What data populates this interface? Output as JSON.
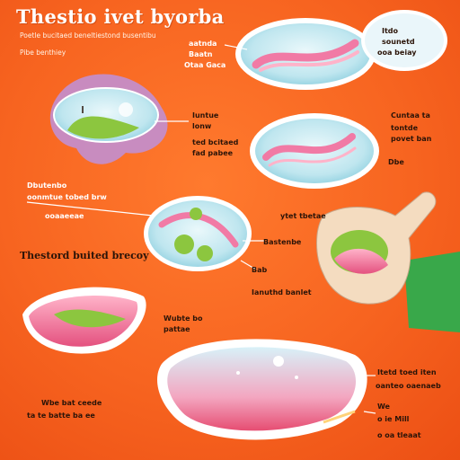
{
  "header": {
    "title": "Thestio ivet byorba",
    "subtitle_line1": "Poetle bucitaed beneltiestond busentibu",
    "subtitle_line2": "Pibe benthiey"
  },
  "labels": {
    "top_center": [
      "aatnda",
      "Baatn",
      "Otaa Gaca"
    ],
    "top_right_bubble": [
      "Itdo",
      "sounetd",
      "ooa beiay"
    ],
    "mid_left": [
      "Iuntue",
      "lonw",
      "ted bcitaed",
      "fad pabee"
    ],
    "mid_right": [
      "Cuntaa ta",
      "tontde",
      "povet ban"
    ],
    "small_right": "Dbe",
    "left_block": [
      "Dbutenbo",
      "oonmtue tobed brw",
      "ooaaeeae"
    ],
    "section_heading": "Thestord buited brecoy",
    "center_small": [
      "ytet tbetae",
      "Bastenbe",
      "Bab",
      "Ianuthd banlet"
    ],
    "lower_left_label": [
      "Wubte bo",
      "pattae"
    ],
    "bottom_left": [
      "Wbe bat ceede",
      "ta te batte ba ee"
    ],
    "bottom_right": [
      "Itetd toed iten",
      "oanteo oaenaeb",
      "We",
      "o ie Mill",
      "o oa tleaat"
    ]
  },
  "colors": {
    "background": "#f76420",
    "cell_fill": "#bfe6ef",
    "membrane": "#ffffff",
    "tissue_pink": "#f27aa6",
    "tissue_green": "#8cc63f",
    "glove_green": "#39a84a",
    "hand_skin": "#f4dcc0"
  },
  "icons": [
    "hand-holding-tissue-icon"
  ]
}
